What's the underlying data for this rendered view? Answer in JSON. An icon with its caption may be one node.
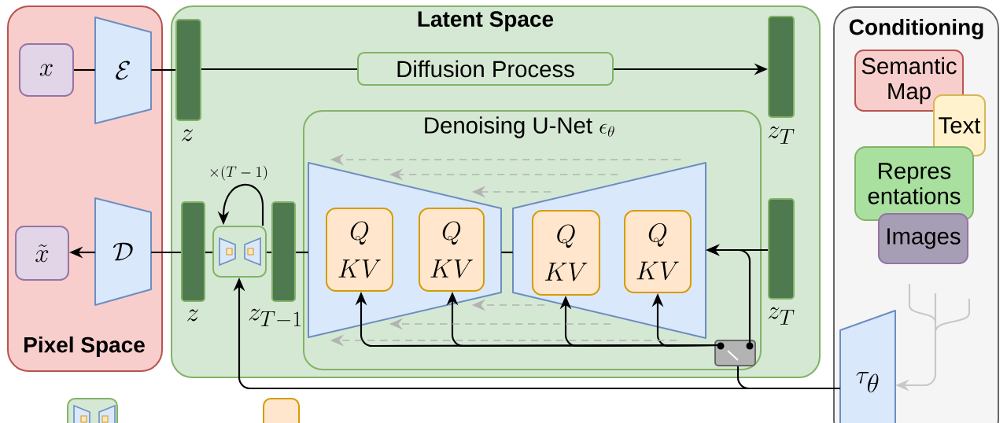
{
  "diagram": {
    "nodes": [
      {
        "text": [
          "Pixel Space"
        ]
      },
      {
        "text": [
          "x"
        ],
        "in": 0
      },
      {
        "text": [
          "\\mathcal{E}"
        ],
        "in": 0
      },
      {
        "text": [
          "\\tilde{x}"
        ],
        "in": 0
      },
      {
        "text": [
          "\\mathcal{D}"
        ],
        "in": 0
      },
      {
        "text": [
          "Latent Space"
        ]
      },
      {
        "text": [],
        "shape": "bar",
        "beside": [
          "z"
        ],
        "in": 5
      },
      {
        "text": [
          "Diffusion Process"
        ],
        "in": 5
      },
      {
        "text": [],
        "shape": "bar",
        "beside": [
          "z_T"
        ],
        "in": 5
      },
      {
        "text": [
          "Denoising U-Net",
          "\\epsilon_\\theta"
        ],
        "in": 5
      },
      {
        "text": [],
        "shape": "bar",
        "beside": [
          "z"
        ],
        "in": 5
      },
      {
        "text": [],
        "shape": "box",
        "in": 5
      },
      {
        "text": [],
        "shape": "bar",
        "beside": [
          "z_{T-1}"
        ],
        "in": 5
      },
      {
        "text": [],
        "shape": "trapezoid",
        "in": 9
      },
      {
        "text": [],
        "shape": "trapezoid",
        "in": 9
      },
      {
        "text": [
          "Q",
          "KV"
        ],
        "in": 13
      },
      {
        "text": [
          "Q",
          "KV"
        ],
        "in": 13
      },
      {
        "text": [
          "Q",
          "KV"
        ],
        "in": 14
      },
      {
        "text": [
          "Q",
          "KV"
        ],
        "in": 14
      },
      {
        "text": [],
        "shape": "bar",
        "beside": [
          "z_T"
        ],
        "in": 5
      },
      {
        "text": [],
        "shape": "box",
        "in": 9
      },
      {
        "text": [
          "Conditioning"
        ]
      },
      {
        "text": [
          "Semantic Map"
        ],
        "in": 21
      },
      {
        "text": [
          "Text"
        ],
        "in": 21
      },
      {
        "text": [
          "Repres entations"
        ],
        "in": 21
      },
      {
        "text": [
          "Images"
        ],
        "in": 21
      },
      {
        "text": [
          "\\tau_\\theta"
        ],
        "in": 21
      },
      {
        "text": [],
        "shape": "box"
      },
      {
        "text": [],
        "shape": "box"
      }
    ],
    "edges": [
      {
        "from": 1,
        "to": 2,
        "arrow": "none"
      },
      {
        "from": 2,
        "to": 6,
        "arrow": "none"
      },
      {
        "from": 6,
        "to": 7,
        "arrow": "none"
      },
      {
        "from": 7,
        "to": 8,
        "arrow": "to"
      },
      {
        "from": 4,
        "to": 3,
        "arrow": "to"
      },
      {
        "from": 10,
        "to": 4,
        "arrow": "none"
      },
      {
        "from": 11,
        "to": 10,
        "arrow": "none"
      },
      {
        "from": 12,
        "to": 11,
        "arrow": "none"
      },
      {
        "from": 11,
        "to": 11,
        "arrow": "to",
        "label": "\\times(T-1)"
      },
      {
        "from": 13,
        "to": 12,
        "arrow": "none"
      },
      {
        "from": 14,
        "to": 13,
        "arrow": "none"
      },
      {
        "from": 19,
        "to": 14,
        "arrow": "to"
      },
      {
        "from": 20,
        "to": 14,
        "arrow": "to"
      },
      {
        "from": 20,
        "to": 15,
        "arrow": "to"
      },
      {
        "from": 20,
        "to": 16,
        "arrow": "to"
      },
      {
        "from": 20,
        "to": 17,
        "arrow": "to"
      },
      {
        "from": 20,
        "to": 18,
        "arrow": "to"
      },
      {
        "from": 26,
        "to": 20,
        "arrow": "none"
      },
      {
        "from": 26,
        "to": 11,
        "arrow": "to"
      },
      {
        "from": 14,
        "to": 13,
        "arrow": "to",
        "style": "dashed",
        "color": "#b3b3b3"
      },
      {
        "from": 14,
        "to": 13,
        "arrow": "to",
        "style": "dashed",
        "color": "#b3b3b3"
      },
      {
        "from": 14,
        "to": 13,
        "arrow": "to",
        "style": "dashed",
        "color": "#b3b3b3"
      },
      {
        "from": 14,
        "to": 13,
        "arrow": "to",
        "style": "dashed",
        "color": "#b3b3b3"
      },
      {
        "from": 14,
        "to": 13,
        "arrow": "to",
        "style": "dashed",
        "color": "#b3b3b3"
      },
      {
        "from": 14,
        "to": 13,
        "arrow": "to",
        "style": "dashed",
        "color": "#b3b3b3"
      },
      {
        "from": null,
        "to": 26,
        "arrow": "to",
        "color": "#c8c8c8"
      }
    ]
  }
}
